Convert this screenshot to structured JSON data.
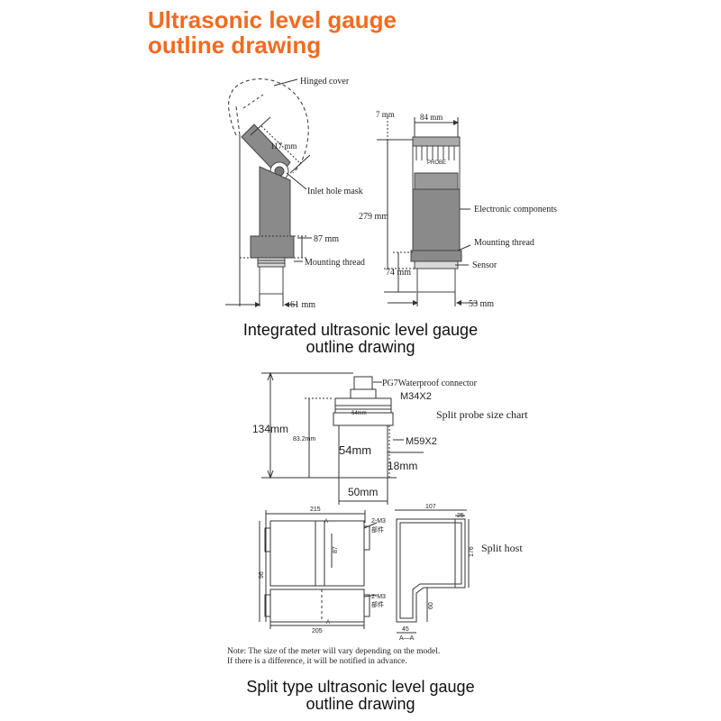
{
  "title_line1": "Ultrasonic level gauge",
  "title_line2": "outline drawing",
  "integrated": {
    "hinged_cover": "Hinged cover",
    "dim_117": "117 mm",
    "inlet_hole_mask": "Inlet hole mask",
    "dim_87": "87 mm",
    "mounting_thread": "Mounting thread",
    "dim_61": "61 mm",
    "dim_7": "7 mm",
    "dim_84": "84 mm",
    "brand_text": "PROBE",
    "dim_279": "279 mm",
    "electronic_components": "Electronic components",
    "mounting_thread_2": "Mounting thread",
    "sensor": "Sensor",
    "dim_74": "74 mm",
    "dim_53": "53 mm",
    "caption_line1": "Integrated ultrasonic level gauge",
    "caption_line2": "outline drawing"
  },
  "split_probe": {
    "pg7": "PG7Waterproof connector",
    "m34": "M34X2",
    "chart_label": "Split probe size chart",
    "dim_64": "64mm",
    "dim_134": "134mm",
    "dim_832": "83.2mm",
    "dim_54": "54mm",
    "m59": "M59X2",
    "dim_18": "18mm",
    "dim_50": "50mm"
  },
  "split_host": {
    "dim_215": "215",
    "section_a_top": "A",
    "m3_top": "2-M3",
    "part_top": "部件",
    "dim_87": "87",
    "dim_left": "96",
    "m3_bottom": "2-M3",
    "part_bottom": "部件",
    "dim_205": "205",
    "section_a_bottom": "A",
    "dim_107": "107",
    "dim_25": "25",
    "dim_176": "176",
    "dim_60": "60",
    "dim_45": "45",
    "section_aa": "A—A",
    "host_label": "Split host"
  },
  "note_line1": "Note: The size of the meter will vary depending on the model.",
  "note_line2": "If there is a difference, it will be notified in advance.",
  "caption2_line1": "Split type ultrasonic level gauge",
  "caption2_line2": "outline drawing",
  "colors": {
    "title": "#f26a21",
    "line": "#333333",
    "fill_dark": "#777777",
    "fill_light": "#e8e8e8"
  }
}
